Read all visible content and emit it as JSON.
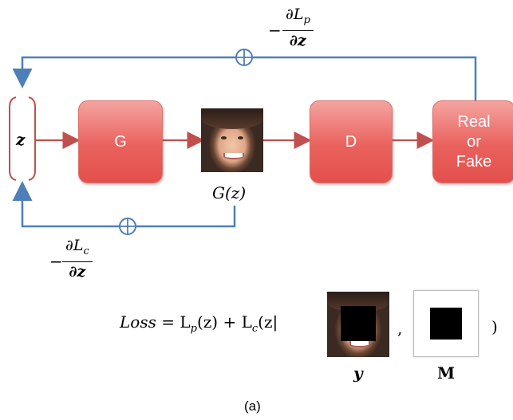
{
  "diagram": {
    "z_label": "z",
    "generator_label": "G",
    "discriminator_label": "D",
    "output_label_lines": [
      "Real",
      "or",
      "Fake"
    ],
    "generated_label": "G(z)",
    "top_gradient": {
      "sign": "−",
      "numerator": "∂L",
      "numerator_sub": "p",
      "denominator": "∂z"
    },
    "bottom_gradient": {
      "sign": "−",
      "numerator": "∂L",
      "numerator_sub": "c",
      "denominator": "∂z"
    },
    "loss_equation": {
      "lhs": "Loss",
      "rhs_part1": "= L",
      "sub_p": "p",
      "rhs_part2": "(z) + L",
      "sub_c": "c",
      "rhs_part3": "(z|",
      "comma": ",",
      "close_paren": ")"
    },
    "y_label": "y",
    "mask_label": "M",
    "caption": "(a)"
  },
  "colors": {
    "feedback_lines": "#4f7fb8",
    "forward_arrows": "#c0504d",
    "block_fill": "#e9615d",
    "bracket": "#c0504d"
  },
  "icons": [
    "sum-circle-icon",
    "face-image",
    "masked-face-image",
    "mask-image"
  ]
}
